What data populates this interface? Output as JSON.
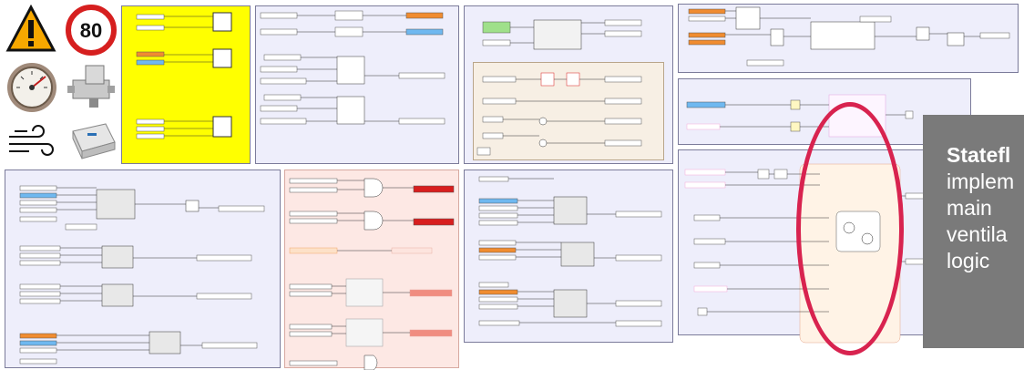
{
  "callout": {
    "title": "Statefl",
    "lines": [
      "implem",
      "main",
      "ventila",
      "logic"
    ],
    "background": "#7a7a7a"
  },
  "highlight_color": "#d8234f",
  "icons": {
    "warning": {
      "name": "warning-sign-icon",
      "color": "#f7a800"
    },
    "speed": {
      "name": "speed-limit-icon",
      "text": "80"
    },
    "gauge": {
      "name": "pressure-gauge-icon"
    },
    "valve": {
      "name": "solenoid-valve-icon"
    },
    "wind": {
      "name": "airflow-icon"
    },
    "daq": {
      "name": "daq-device-icon"
    }
  },
  "panel_colors": {
    "yellow": "#ffff00",
    "lavender": "#eeeefb",
    "pink": "#fde8e4",
    "cream": "#f7efe4",
    "orange_port": "#f08c30",
    "blue_port": "#6fb8f0",
    "red_port": "#d81e1e"
  }
}
